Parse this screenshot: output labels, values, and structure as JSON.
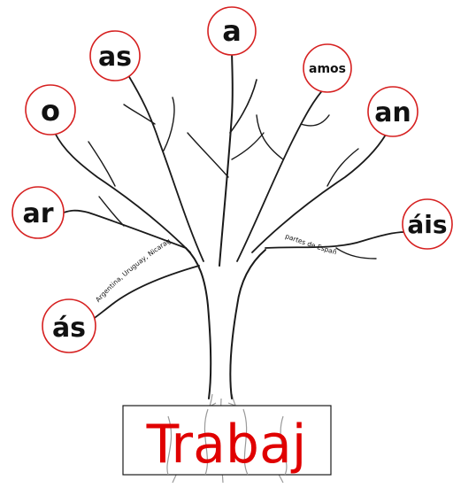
{
  "stem": {
    "text": "Trabaj",
    "color": "#e00000"
  },
  "endings": {
    "a": "a",
    "as": "as",
    "amos": "amos",
    "o": "o",
    "an": "an",
    "ar": "ar",
    "ais": "áis",
    "as_voseo": "ás"
  },
  "labels": {
    "voseo_regions": "Argentina, Uruguay, Nicaragua",
    "vosotros_regions": "partes de España"
  },
  "colors": {
    "bubble_border": "#d62020",
    "tree_outline": "#1a1a1a",
    "roots": "#9a9a9a"
  }
}
